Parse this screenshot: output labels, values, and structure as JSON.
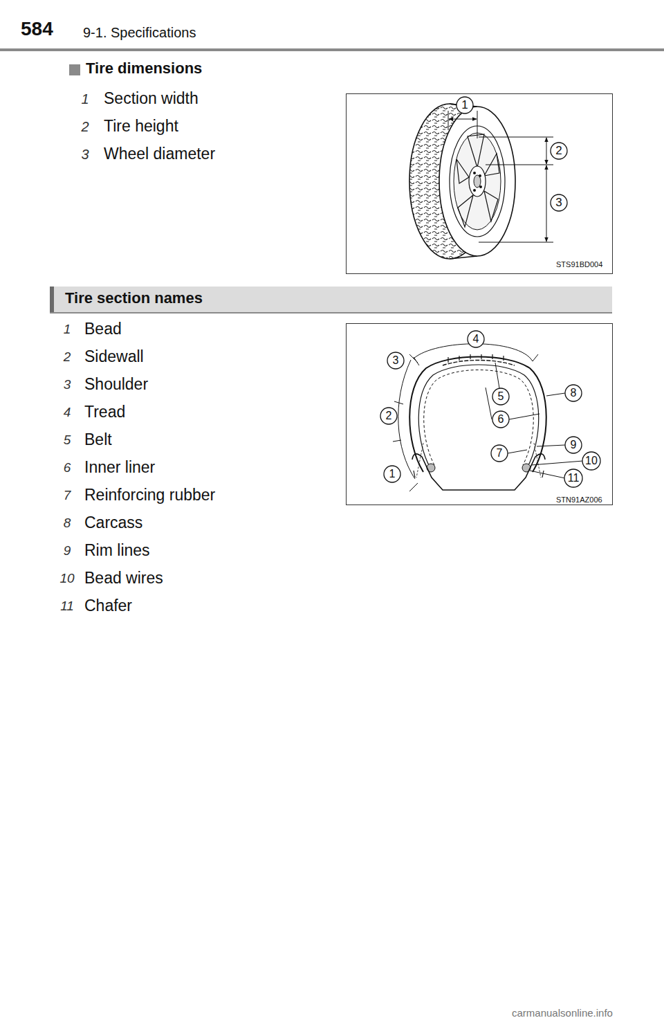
{
  "diagram": {
    "labels": [
      "584",
      "9-1. Specifications",
      "Tire dimensions",
      "1",
      "Section width",
      "2",
      "Tire height",
      "3",
      "Wheel diameter",
      "1",
      "2",
      "3",
      "STS91BD004",
      "Tire section names",
      "1",
      "Bead",
      "2",
      "Sidewall",
      "3",
      "Shoulder",
      "4",
      "Tread",
      "5",
      "Belt",
      "6",
      "Inner liner",
      "7",
      "Reinforcing rubber",
      "8",
      "Carcass",
      "9",
      "Rim lines",
      "10",
      "Bead wires",
      "11",
      "Chafer",
      "1",
      "2",
      "3",
      "4",
      "5",
      "6",
      "7",
      "8",
      "9",
      "10",
      "11",
      "STN91AZ006",
      "carmanualsonline.info"
    ]
  }
}
